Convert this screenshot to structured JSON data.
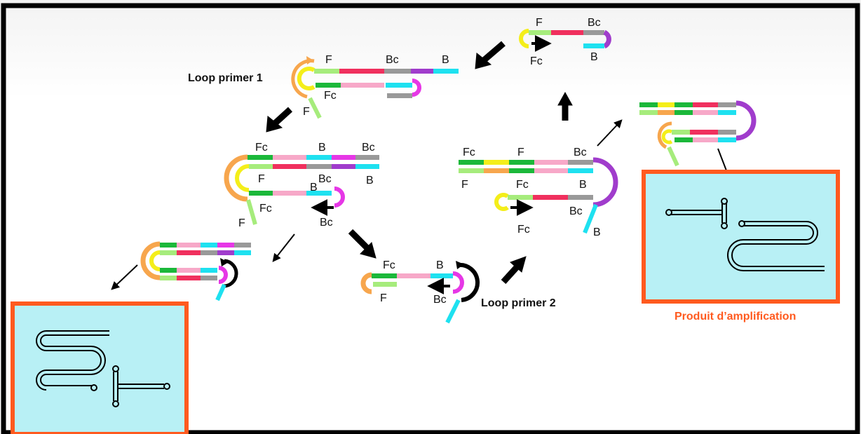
{
  "diagram": {
    "colors": {
      "border": "#000000",
      "accent": "#ff5a1f",
      "product_box_fill": "#b8f0f5",
      "product_box_border": "#ff5a1f",
      "green": "#1bb83a",
      "light_green": "#a6ec7c",
      "red": "#f0305e",
      "pink": "#f7a8c8",
      "gray": "#999999",
      "purple": "#a03ccc",
      "cyan": "#1ee1f0",
      "yellow": "#f4ee1a",
      "orange": "#f7a64d",
      "magenta": "#e637e6",
      "black": "#000000"
    },
    "primer_labels": {
      "loop1": "Loop primer 1",
      "loop2": "Loop primer 2"
    },
    "product_label": "Produit d’amplification",
    "region_labels": {
      "F": "F",
      "Fc": "Fc",
      "B": "B",
      "Bc": "Bc"
    }
  }
}
